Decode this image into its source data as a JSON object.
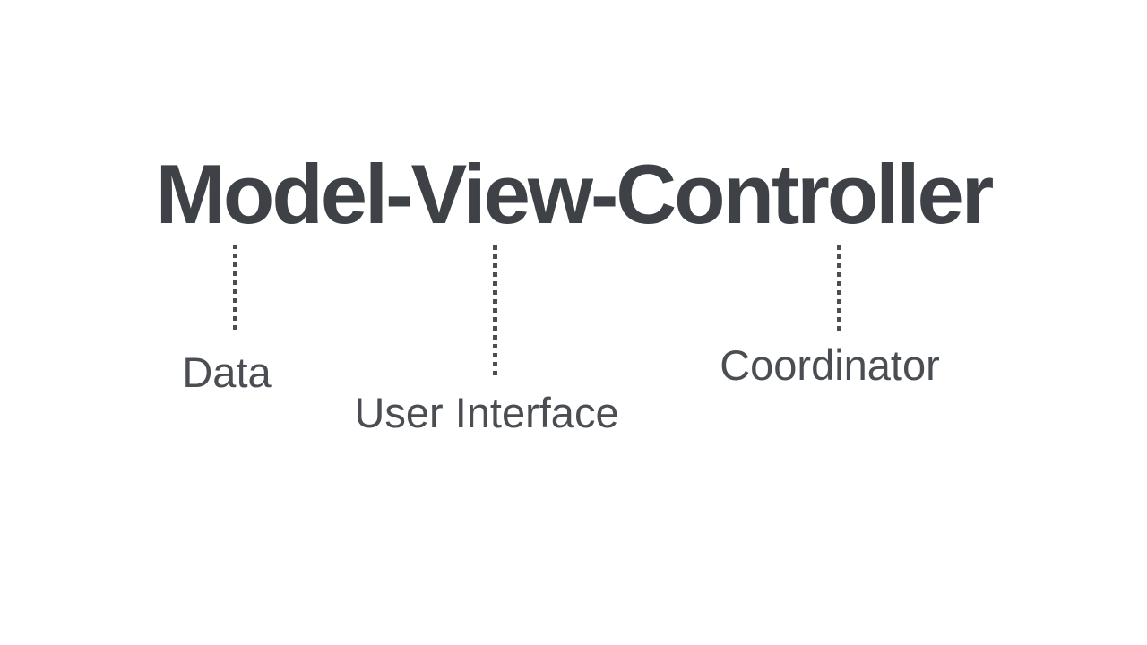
{
  "title": "Model-View-Controller",
  "annotations": [
    {
      "term": "Model",
      "label": "Data",
      "connector": "dotted-vertical"
    },
    {
      "term": "View",
      "label": "User Interface",
      "connector": "dotted-vertical"
    },
    {
      "term": "Controller",
      "label": "Coordinator",
      "connector": "dotted-vertical"
    }
  ],
  "colors": {
    "ink": "#3e4247",
    "label_ink": "#4a4e53",
    "background": "#ffffff"
  }
}
